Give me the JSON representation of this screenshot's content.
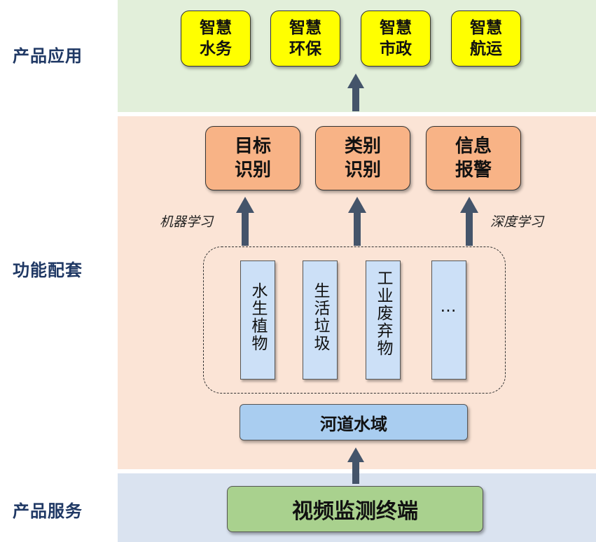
{
  "sidebar": {
    "layer_application": "产品应用",
    "layer_function": "功能配套",
    "layer_service": "产品服务"
  },
  "applications": [
    {
      "label": "智慧\n水务"
    },
    {
      "label": "智慧\n环保"
    },
    {
      "label": "智慧\n市政"
    },
    {
      "label": "智慧\n航运"
    }
  ],
  "functions": [
    {
      "label": "目标\n识别"
    },
    {
      "label": "类别\n识别"
    },
    {
      "label": "信息\n报警"
    }
  ],
  "methods": {
    "left": "机器学习",
    "right": "深度学习"
  },
  "categories": [
    {
      "label": "水生植物"
    },
    {
      "label": "生活垃圾"
    },
    {
      "label": "工业废弃物"
    },
    {
      "label": "…"
    }
  ],
  "scene": "河道水域",
  "terminal": "视频监测终端",
  "colors": {
    "application_fill": "#ffff00",
    "function_fill": "#f8b386",
    "category_fill": "#cce0f7",
    "scene_fill": "#a9cdf0",
    "terminal_fill": "#a9d18e",
    "arrow": "#44546a"
  }
}
